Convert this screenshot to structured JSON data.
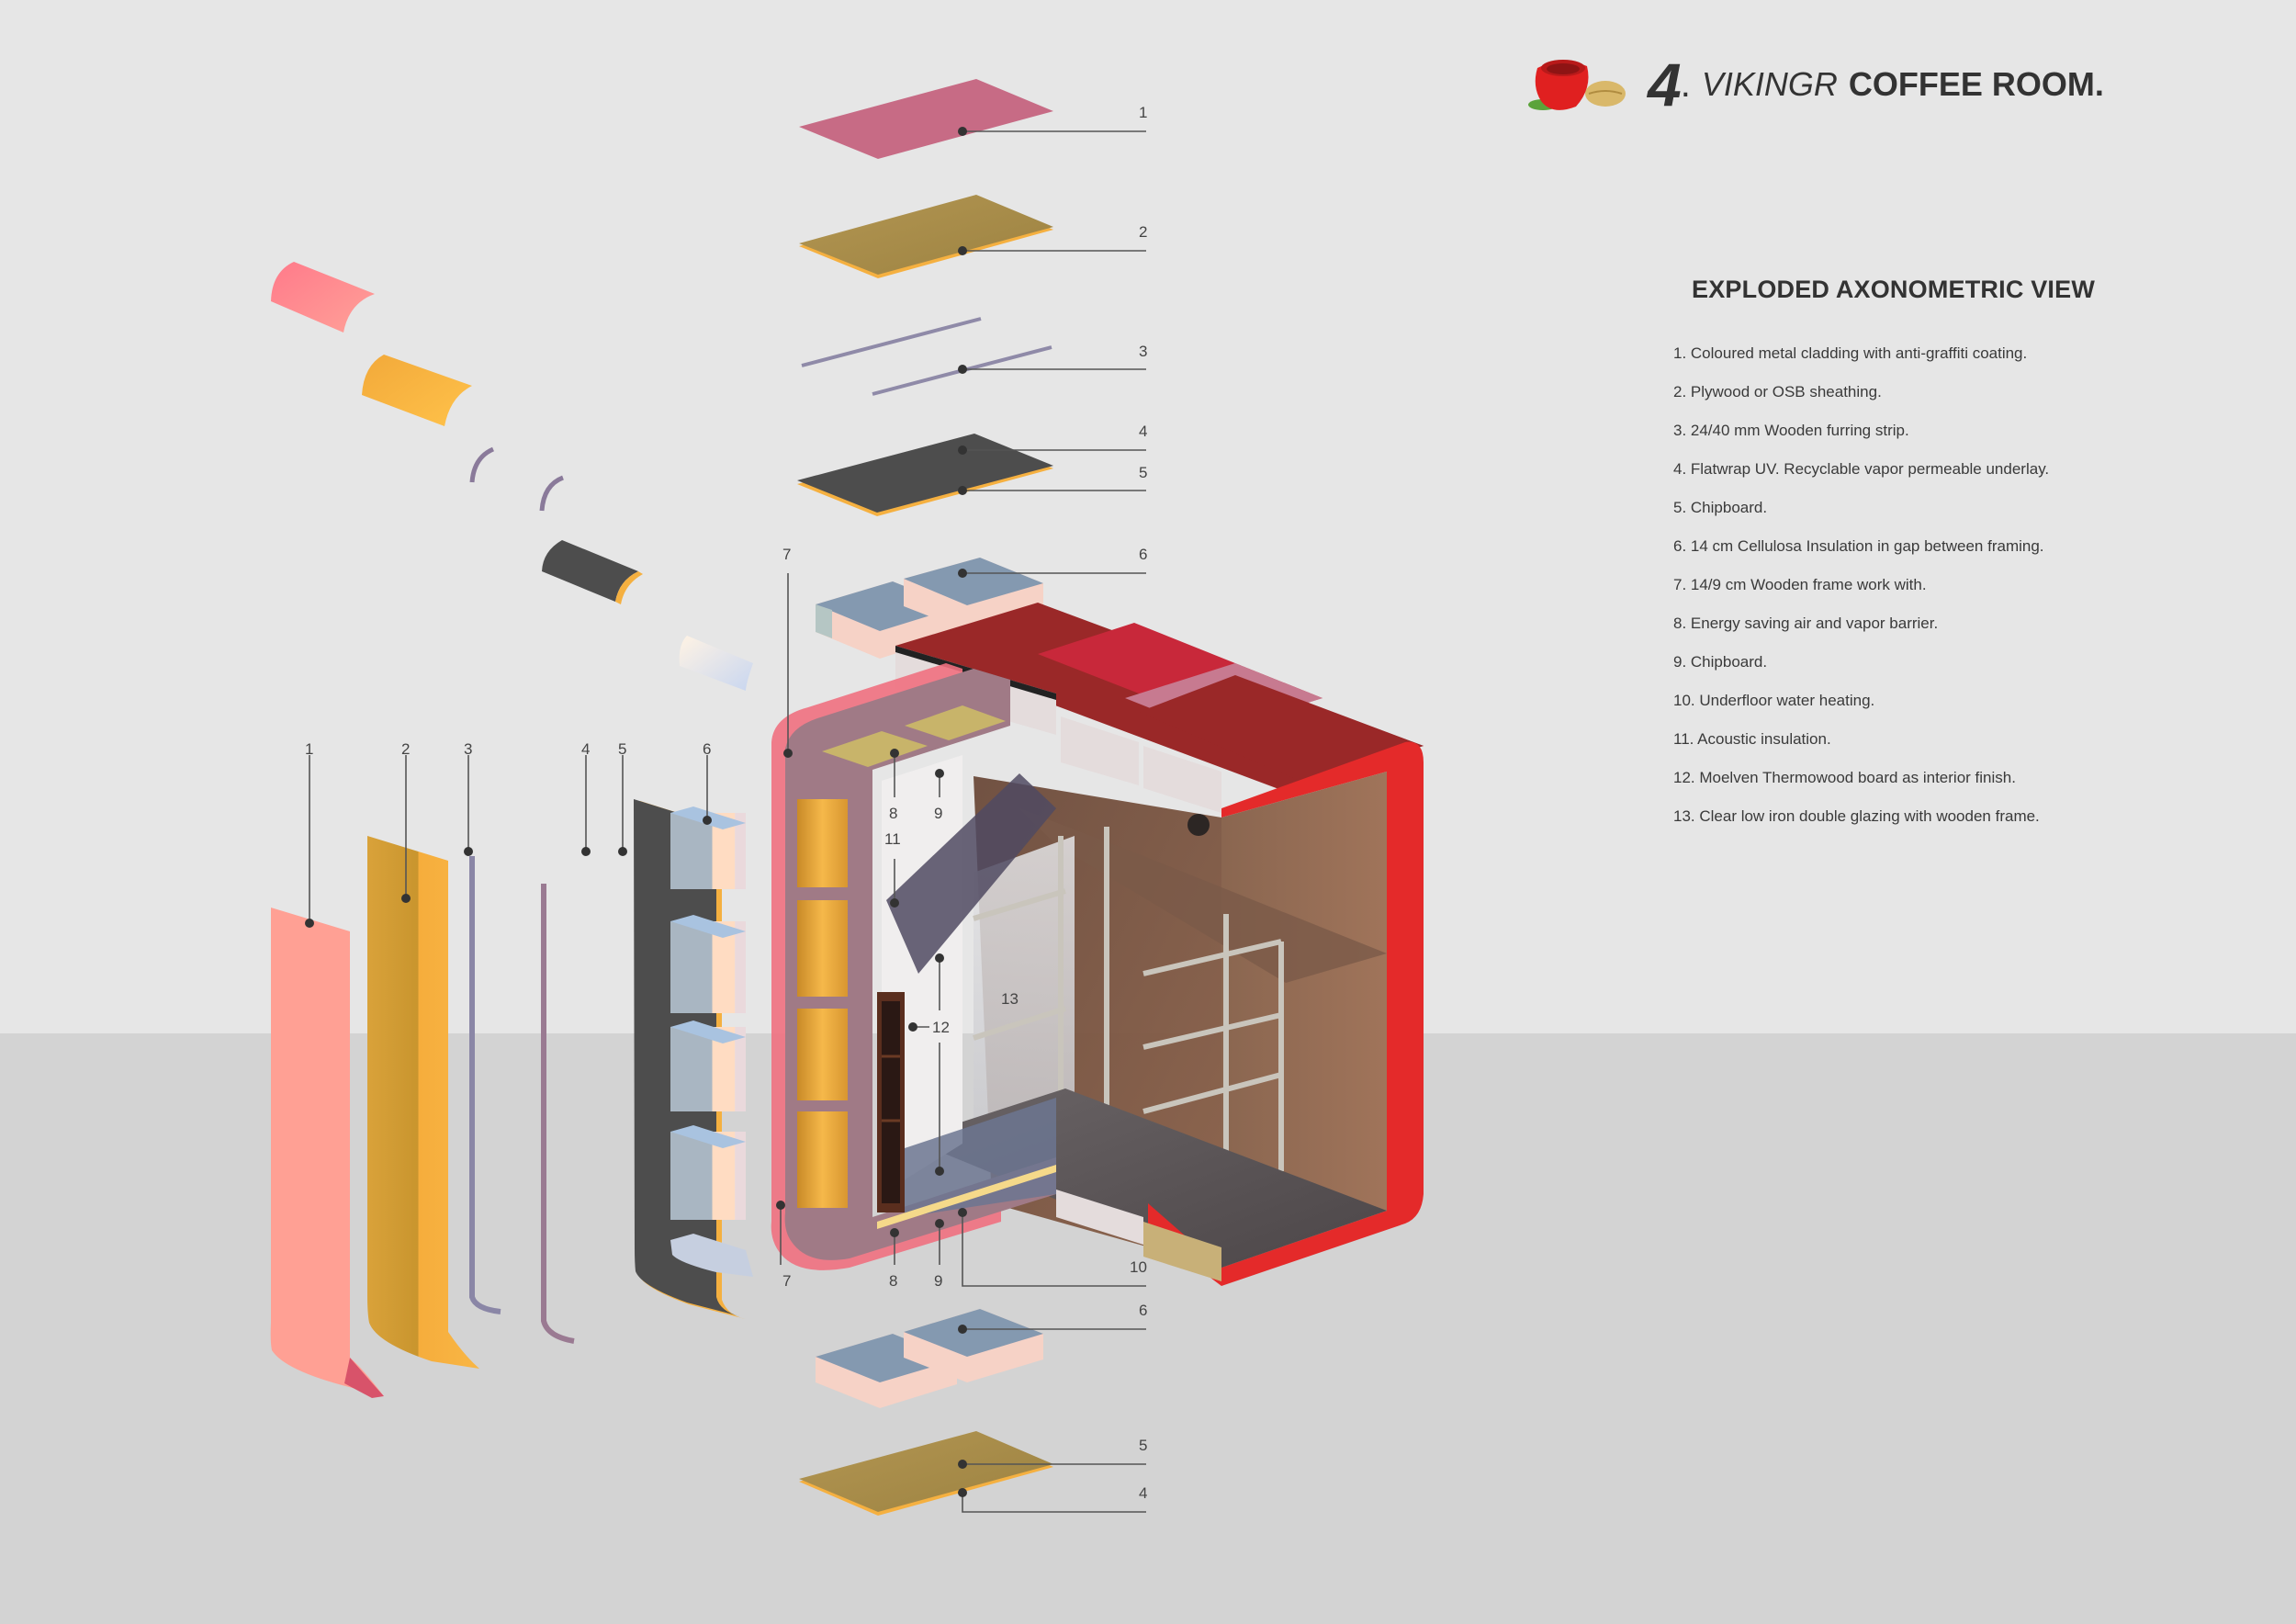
{
  "header": {
    "number": "4",
    "dot": ".",
    "brand": "VIKINGR",
    "title": "COFFEE ROOM."
  },
  "legend": {
    "heading": "EXPLODED AXONOMETRIC VIEW",
    "items": [
      "1. Coloured metal cladding with anti-graffiti coating.",
      "2. Plywood or OSB sheathing.",
      "3. 24/40 mm Wooden furring strip.",
      "4. Flatwrap UV. Recyclable vapor permeable underlay.",
      "5. Chipboard.",
      "6. 14 cm Cellulosa Insulation in gap between framing.",
      "7. 14/9 cm Wooden frame work with.",
      "8. Energy saving air and vapor barrier.",
      "9. Chipboard.",
      "10. Underfloor water heating.",
      "11. Acoustic insulation.",
      "12. Moelven Thermowood board as interior finish.",
      "13. Clear low iron double glazing with wooden frame."
    ]
  },
  "callouts": {
    "roof_layers": [
      "1",
      "2",
      "3",
      "4",
      "5",
      "6"
    ],
    "wall_layers": [
      "1",
      "2",
      "3",
      "4",
      "5",
      "6"
    ],
    "frame_top": "7",
    "frame_bottom": "7",
    "inner_top": [
      "8",
      "9"
    ],
    "inner_mid": [
      "11",
      "12",
      "13"
    ],
    "inner_bottom": [
      "8",
      "9",
      "10"
    ],
    "floor_layers": [
      "6",
      "5",
      "4"
    ]
  },
  "colors": {
    "cladding_red": "#e02a2a",
    "cladding_dark": "#9a2828",
    "cladding_pink": "#c76b85",
    "plywood": "#a88d4a",
    "osb_orange": "#f5b040",
    "membrane_dark": "#4d4d4d",
    "insulation_blue": "#8499b0",
    "insulation_peach": "#f6d2c6",
    "wood_interior": "#7a5440",
    "floor_dark": "#58504f"
  }
}
